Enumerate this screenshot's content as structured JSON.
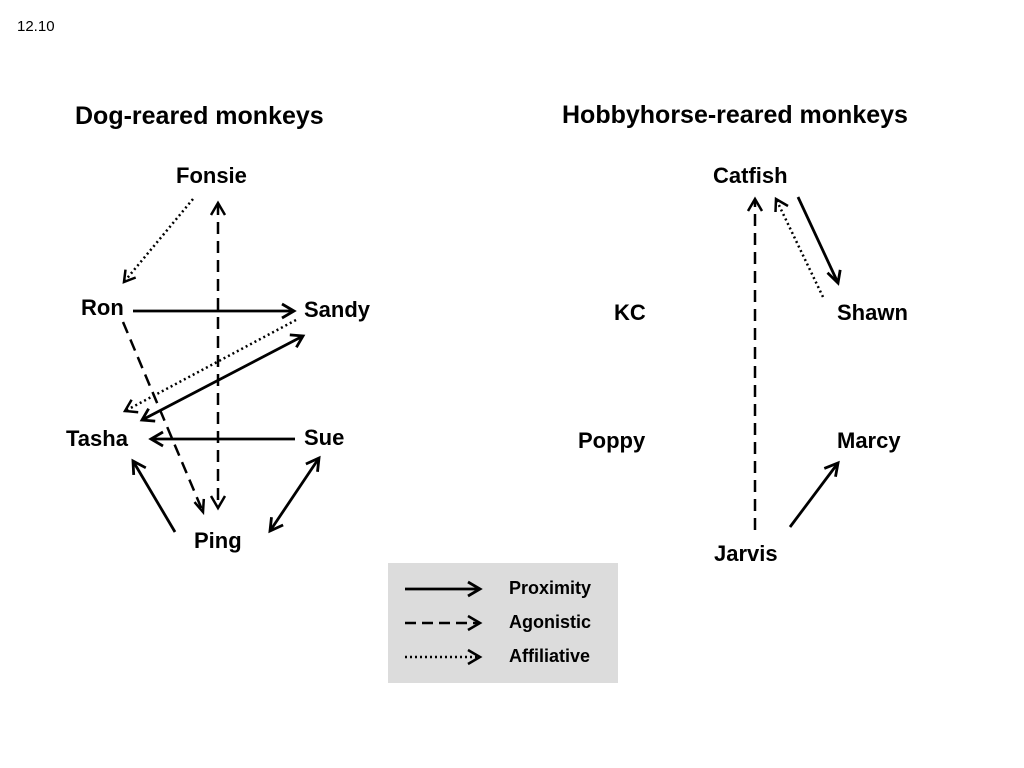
{
  "figure_number": "12.10",
  "panels": {
    "left": {
      "title": "Dog-reared monkeys",
      "nodes": {
        "fonsie": "Fonsie",
        "ron": "Ron",
        "sandy": "Sandy",
        "tasha": "Tasha",
        "sue": "Sue",
        "ping": "Ping"
      },
      "relations": [
        {
          "from": "Fonsie",
          "to": "Ron",
          "type": "Affiliative"
        },
        {
          "from": "Fonsie",
          "to": "Ping",
          "type": "Agonistic",
          "bidirectional": true
        },
        {
          "from": "Ron",
          "to": "Sandy",
          "type": "Proximity"
        },
        {
          "from": "Ron",
          "to": "Ping",
          "type": "Agonistic"
        },
        {
          "from": "Sandy",
          "to": "Tasha",
          "type": "Affiliative"
        },
        {
          "from": "Tasha",
          "to": "Sandy",
          "type": "Proximity",
          "bidirectional": true
        },
        {
          "from": "Sue",
          "to": "Tasha",
          "type": "Proximity"
        },
        {
          "from": "Sue",
          "to": "Ping",
          "type": "Proximity",
          "bidirectional": true
        },
        {
          "from": "Ping",
          "to": "Tasha",
          "type": "Proximity"
        }
      ]
    },
    "right": {
      "title": "Hobbyhorse-reared monkeys",
      "nodes": {
        "catfish": "Catfish",
        "kc": "KC",
        "shawn": "Shawn",
        "poppy": "Poppy",
        "marcy": "Marcy",
        "jarvis": "Jarvis"
      },
      "relations": [
        {
          "from": "Jarvis",
          "to": "Catfish",
          "type": "Agonistic"
        },
        {
          "from": "Catfish",
          "to": "Shawn",
          "type": "Proximity"
        },
        {
          "from": "Shawn",
          "to": "Catfish",
          "type": "Affiliative"
        },
        {
          "from": "Jarvis",
          "to": "Marcy",
          "type": "Proximity"
        }
      ]
    }
  },
  "legend": {
    "proximity": "Proximity",
    "agonistic": "Agonistic",
    "affiliative": "Affiliative"
  }
}
